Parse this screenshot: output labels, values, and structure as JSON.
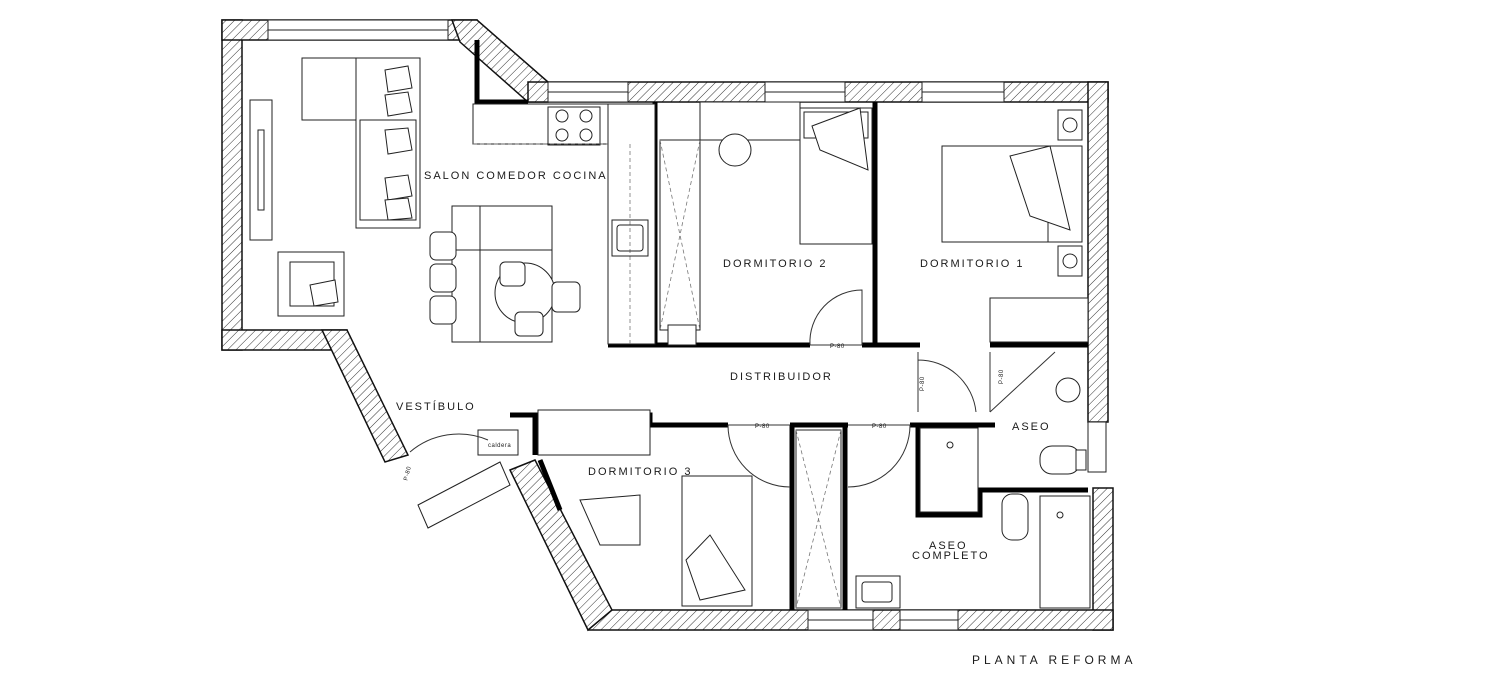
{
  "rooms": {
    "salon": "SALON COMEDOR COCINA",
    "dormitorio2": "DORMITORIO 2",
    "dormitorio1": "DORMITORIO 1",
    "distribuidor": "DISTRIBUIDOR",
    "vestibulo": "VESTÍBULO",
    "aseo": "ASEO",
    "dormitorio3": "DORMITORIO 3",
    "aseo_completo_1": "ASEO",
    "aseo_completo_2": "COMPLETO"
  },
  "annotations": {
    "caldera": "caldera",
    "door_p80": "P-80",
    "door_p80b": "P-80",
    "door_p80c": "P-80",
    "door_p80d": "P-80",
    "door_p80e": "P-80",
    "door_p80f": "P-80"
  },
  "footer": {
    "title": "PLANTA REFORMA"
  }
}
